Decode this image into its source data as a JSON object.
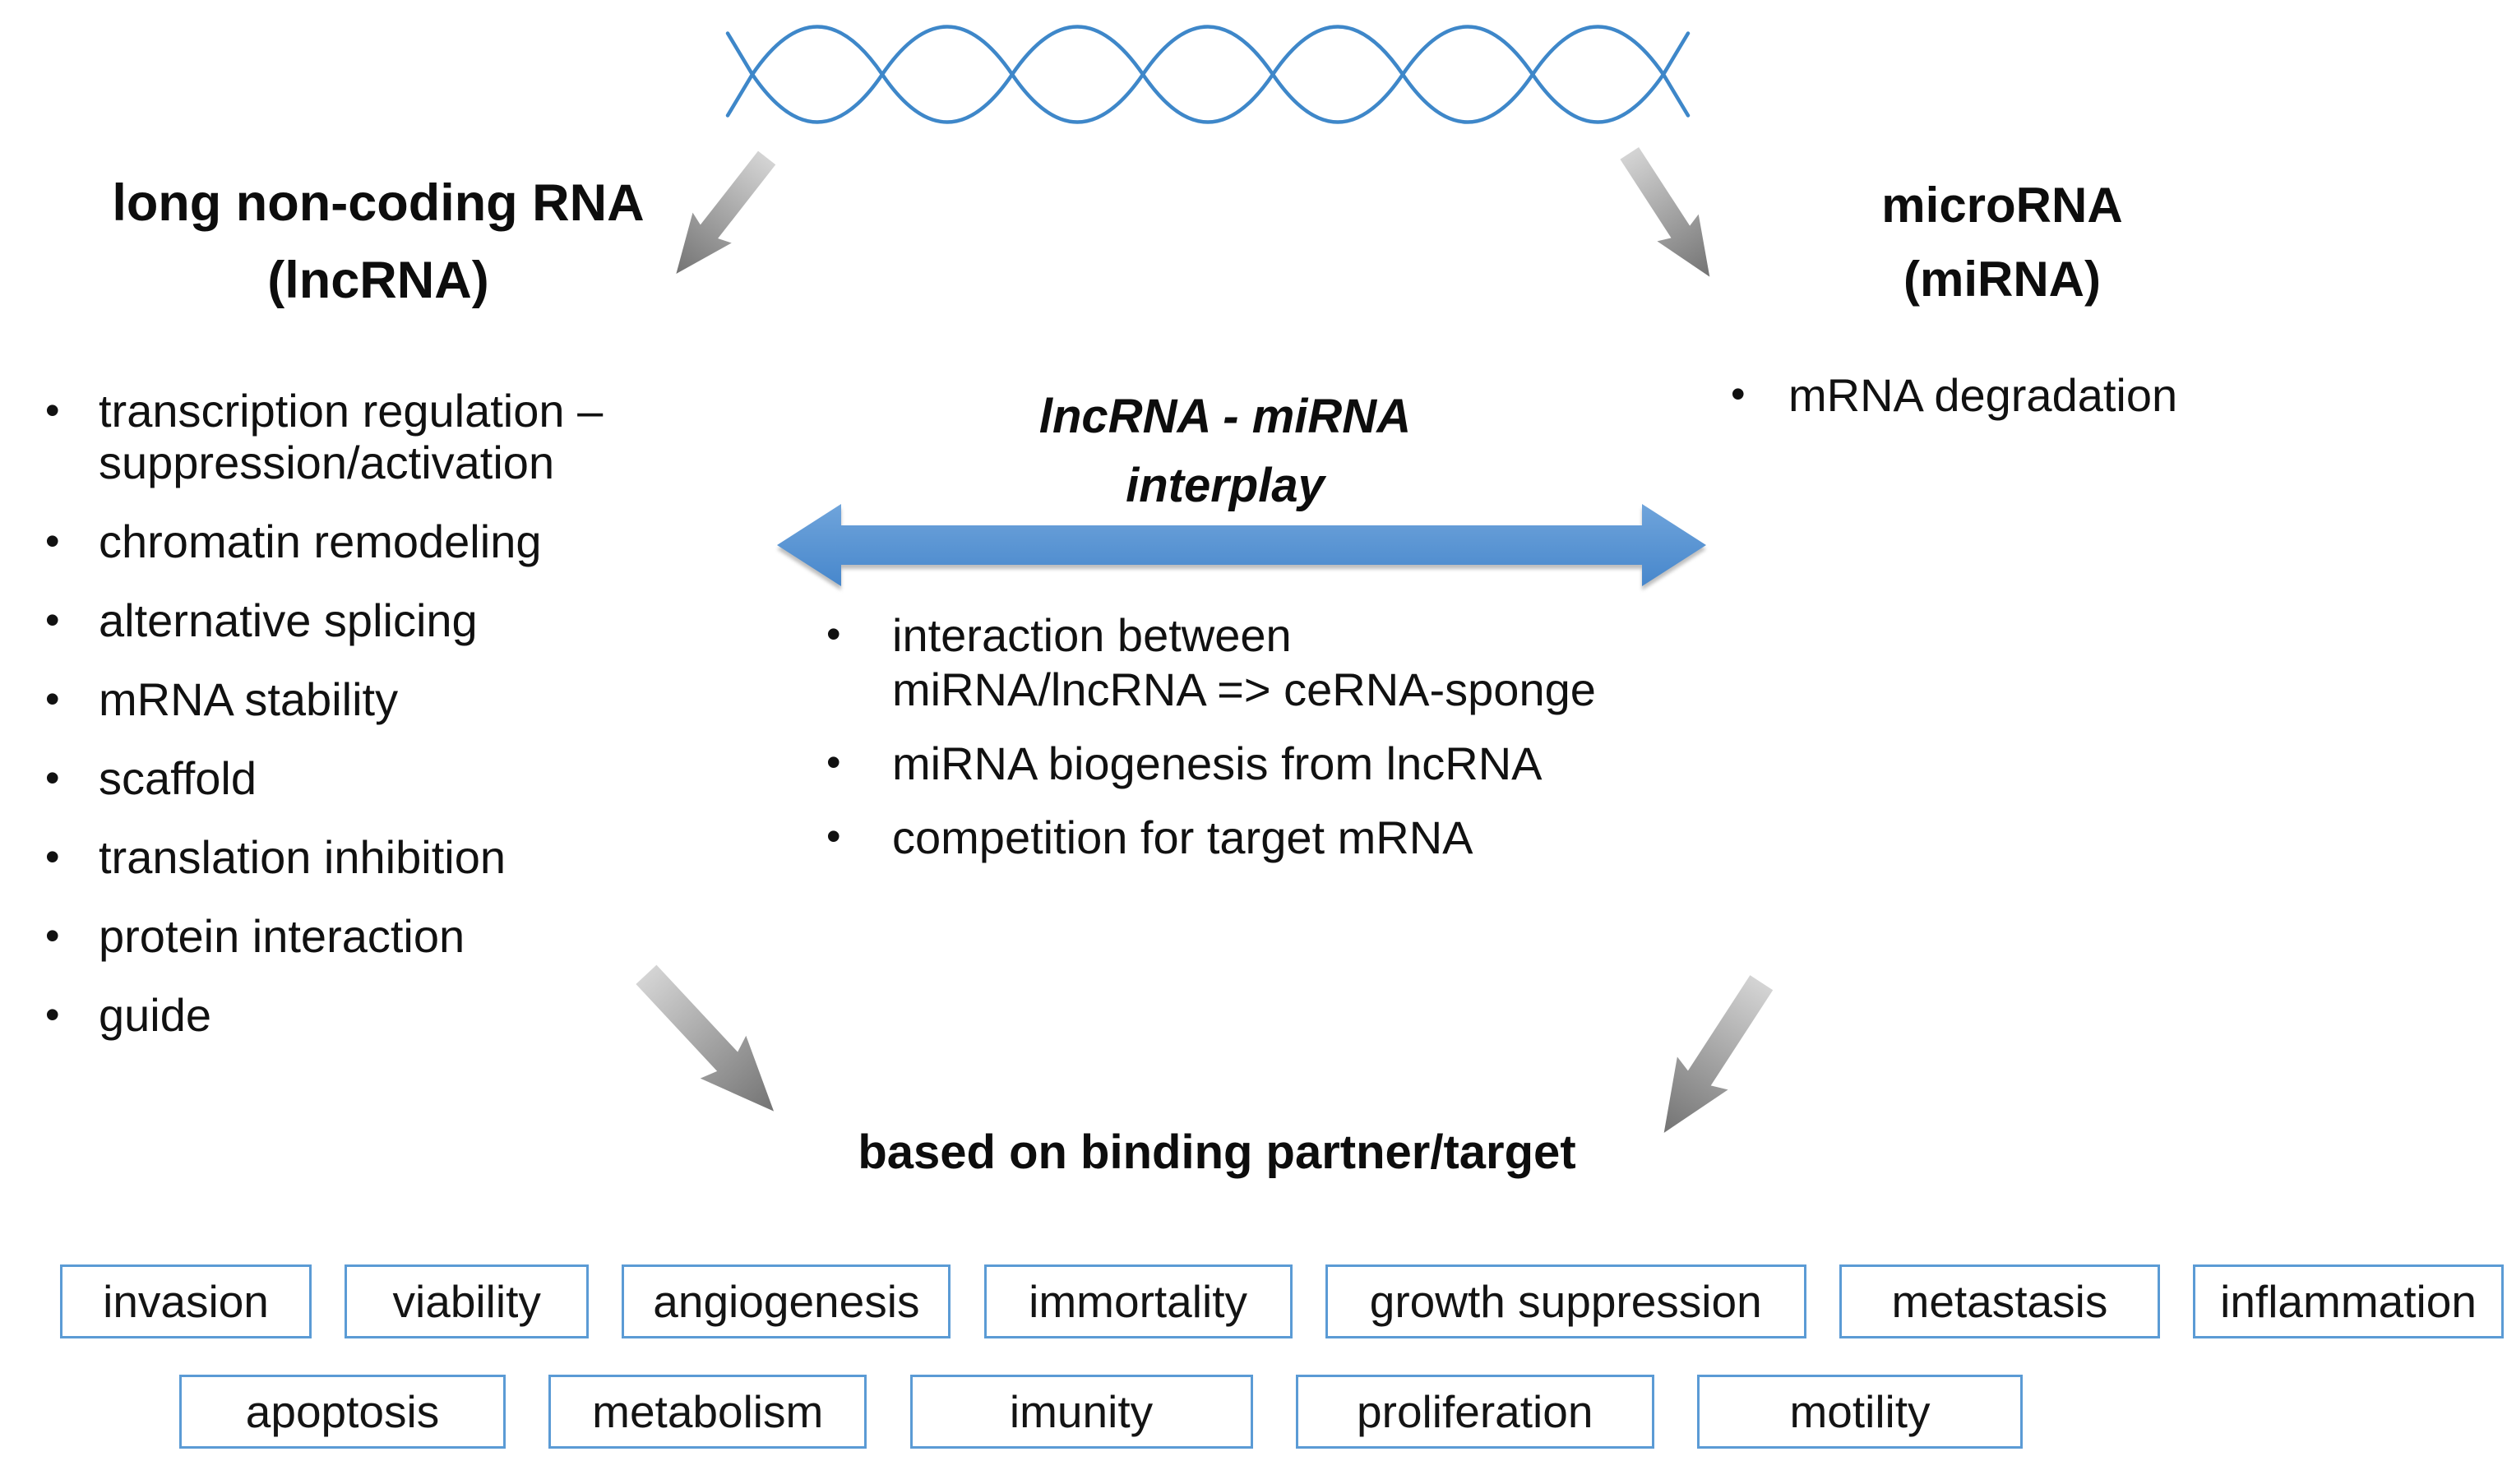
{
  "ui": {
    "bullet": "•"
  },
  "left_panel": {
    "title": "long non-coding RNA",
    "title_sub": "(lncRNA)",
    "items": [
      {
        "text": "transcription regulation –\nsuppression/activation"
      },
      {
        "text": "chromatin remodeling"
      },
      {
        "text": "alternative splicing"
      },
      {
        "text": "mRNA stability"
      },
      {
        "text": "scaffold"
      },
      {
        "text": "translation inhibition"
      },
      {
        "text": "protein interaction"
      },
      {
        "text": "guide"
      }
    ]
  },
  "right_panel": {
    "title": "microRNA",
    "title_sub": "(miRNA)",
    "items": [
      {
        "text": "mRNA degradation"
      }
    ]
  },
  "center_panel": {
    "title_line1": "lncRNA - miRNA",
    "title_line2": "interplay",
    "items": [
      {
        "text": "interaction between\nmiRNA/lncRNA => ceRNA-sponge"
      },
      {
        "text": "miRNA biogenesis from lncRNA"
      },
      {
        "text": "competition for target mRNA"
      }
    ]
  },
  "bottom": {
    "caption": "based on binding partner/target",
    "row1": [
      {
        "label": "invasion"
      },
      {
        "label": "viability"
      },
      {
        "label": "angiogenesis"
      },
      {
        "label": "immortality"
      },
      {
        "label": "growth suppression"
      },
      {
        "label": "metastasis"
      },
      {
        "label": "inflammation"
      }
    ],
    "row2": [
      {
        "label": "apoptosis"
      },
      {
        "label": "metabolism"
      },
      {
        "label": "imunity"
      },
      {
        "label": "proliferation"
      },
      {
        "label": "motility"
      }
    ]
  },
  "colors": {
    "accent_blue": "#5b9bd5",
    "helix_blue": "#3e87c9",
    "arrow_gray_light": "#d2d2d2",
    "arrow_gray_dark": "#757575"
  }
}
